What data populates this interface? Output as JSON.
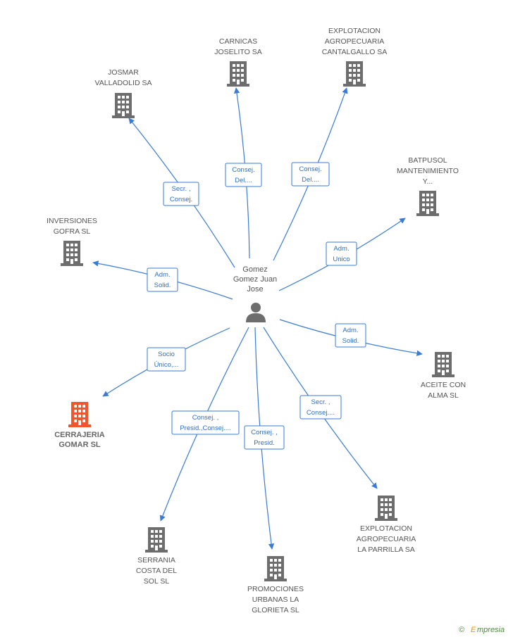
{
  "colors": {
    "edge": "#3a7bd5",
    "building": "#6d6d6d",
    "building_highlight": "#f0552b",
    "person": "#6d6d6d",
    "role_text": "#2f6fc2",
    "brand_c": "#4a8a3a",
    "brand_e": "#f29400"
  },
  "center": {
    "name_lines": [
      "Gomez",
      "Gomez Juan",
      "Jose"
    ],
    "icon": "person-icon"
  },
  "nodes": [
    {
      "id": "carnicas",
      "label_lines": [
        "CARNICAS",
        "JOSELITO SA"
      ],
      "icon": "building-icon",
      "highlight": false
    },
    {
      "id": "cantalgallo",
      "label_lines": [
        "EXPLOTACION",
        "AGROPECUARIA",
        "CANTALGALLO SA"
      ],
      "icon": "building-icon",
      "highlight": false
    },
    {
      "id": "josmar",
      "label_lines": [
        "JOSMAR",
        "VALLADOLID SA"
      ],
      "icon": "building-icon",
      "highlight": false
    },
    {
      "id": "batpusol",
      "label_lines": [
        "BATPUSOL",
        "MANTENIMIENTO",
        "Y..."
      ],
      "icon": "building-icon",
      "highlight": false
    },
    {
      "id": "inversiones",
      "label_lines": [
        "INVERSIONES",
        "GOFRA SL"
      ],
      "icon": "building-icon",
      "highlight": false
    },
    {
      "id": "aceite",
      "label_lines": [
        "ACEITE CON",
        "ALMA SL"
      ],
      "icon": "building-icon",
      "highlight": false
    },
    {
      "id": "cerrajeria",
      "label_lines": [
        "CERRAJERIA",
        "GOMAR SL"
      ],
      "icon": "building-icon",
      "highlight": true
    },
    {
      "id": "parrilla",
      "label_lines": [
        "EXPLOTACION",
        "AGROPECUARIA",
        "LA PARRILLA SA"
      ],
      "icon": "building-icon",
      "highlight": false
    },
    {
      "id": "serrania",
      "label_lines": [
        "SERRANIA",
        "COSTA DEL",
        "SOL SL"
      ],
      "icon": "building-icon",
      "highlight": false
    },
    {
      "id": "promociones",
      "label_lines": [
        "PROMOCIONES",
        "URBANAS LA",
        "GLORIETA SL"
      ],
      "icon": "building-icon",
      "highlight": false
    }
  ],
  "edges": [
    {
      "to": "carnicas",
      "role_lines": [
        "Consej.",
        "Del...."
      ]
    },
    {
      "to": "cantalgallo",
      "role_lines": [
        "Consej.",
        "Del...."
      ]
    },
    {
      "to": "josmar",
      "role_lines": [
        "Secr. ,",
        "Consej."
      ]
    },
    {
      "to": "batpusol",
      "role_lines": [
        "Adm.",
        "Unico"
      ]
    },
    {
      "to": "inversiones",
      "role_lines": [
        "Adm.",
        "Solid."
      ]
    },
    {
      "to": "aceite",
      "role_lines": [
        "Adm.",
        "Solid."
      ]
    },
    {
      "to": "cerrajeria",
      "role_lines": [
        "Socio",
        "Único,..."
      ]
    },
    {
      "to": "parrilla",
      "role_lines": [
        "Secr. ,",
        "Consej...."
      ]
    },
    {
      "to": "serrania",
      "role_lines": [
        "Consej. ,",
        "Presid.,Consej...."
      ]
    },
    {
      "to": "promociones",
      "role_lines": [
        "Consej. ,",
        "Presid."
      ]
    }
  ],
  "footer": {
    "copyright": "©",
    "brand_first": "E",
    "brand_rest": "mpresia"
  }
}
